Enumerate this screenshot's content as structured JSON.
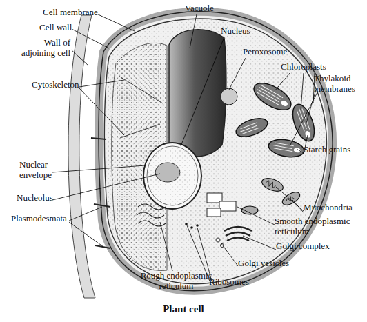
{
  "diagram": {
    "caption": "Plant cell",
    "labels": [
      "Cell membrane",
      "Vacuole",
      "Cell wall",
      "Wall of adjoining cell",
      "Nucleus",
      "Peroxosome",
      "Chloroplasts",
      "Thylakoid membranes",
      "Cytoskeleton",
      "Nuclear envelope",
      "Starch grains",
      "Nucleolus",
      "Mitochondria",
      "Plasmodesmata",
      "Smooth endoplasmic reticulum",
      "Golgi complex",
      "Golgi vesicles",
      "Rough endoplasmic reticulum",
      "Ribosomes"
    ]
  }
}
